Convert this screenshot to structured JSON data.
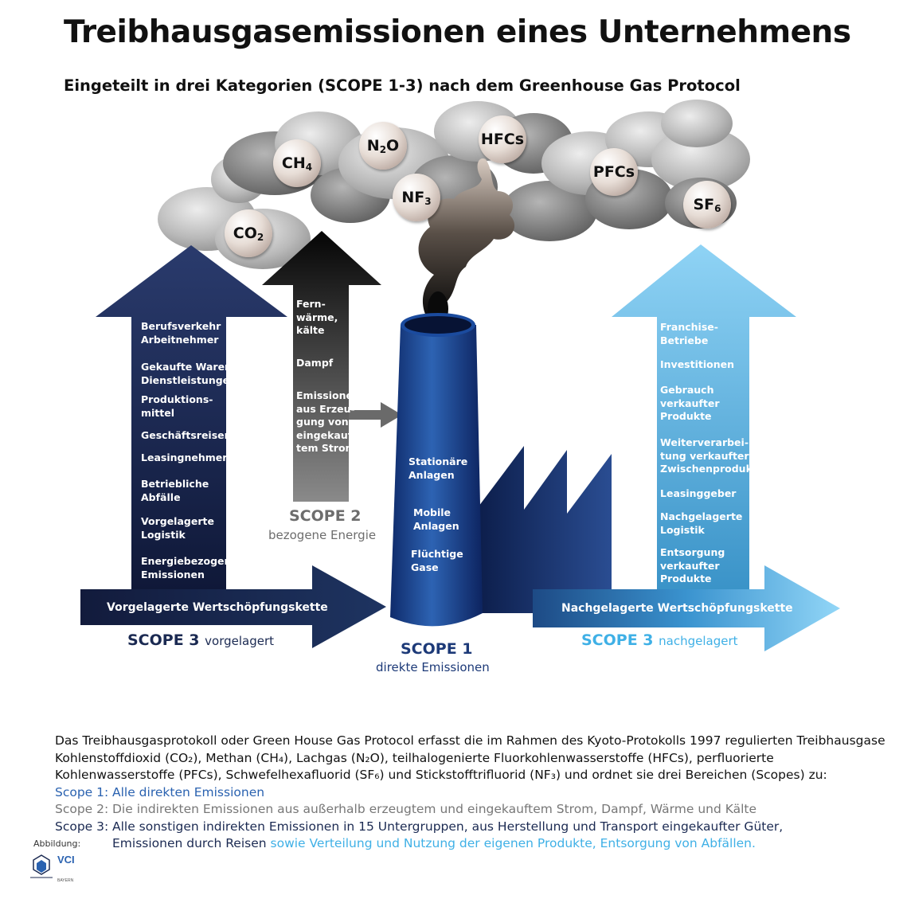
{
  "title": "Treibhausgasemissionen eines Unternehmens",
  "subtitle": "Eingeteilt in drei Kategorien (SCOPE 1-3) nach dem Greenhouse Gas Protocol",
  "gases": {
    "co2": {
      "base": "CO",
      "sub": "2"
    },
    "ch4": {
      "base": "CH",
      "sub": "4"
    },
    "n2o": {
      "base": "N",
      "sub": "2",
      "rest": "O"
    },
    "hfcs": {
      "base": "HFCs"
    },
    "nf3": {
      "base": "NF",
      "sub": "3"
    },
    "pfcs": {
      "base": "PFCs"
    },
    "sf6": {
      "base": "SF",
      "sub": "6"
    }
  },
  "scope3_up": {
    "items": [
      "Berufsverkehr Arbeitnehmer",
      "Gekaufte Waren Dienstleistungen",
      "Produktions-mittel",
      "Geschäftsreisen",
      "Leasingnehmer",
      "Betriebliche Abfälle",
      "Vorgelagerte Logistik",
      "Energiebezogene Emissionen"
    ],
    "item_lines": [
      [
        "Berufsverkehr",
        "Arbeitnehmer"
      ],
      [
        "Gekaufte Waren",
        "Dienstleistungen"
      ],
      [
        "Produktions-",
        "mittel"
      ],
      [
        "Geschäftsreisen"
      ],
      [
        "Leasingnehmer"
      ],
      [
        "Betriebliche",
        "Abfälle"
      ],
      [
        "Vorgelagerte",
        "Logistik"
      ],
      [
        "Energiebezogene",
        "Emissionen"
      ]
    ],
    "chain_label": "Vorgelagerte Wertschöpfungskette",
    "heading": "SCOPE 3",
    "heading_suffix": "vorgelagert"
  },
  "scope2": {
    "item_lines": [
      [
        "Fern-",
        "wärme,",
        "kälte"
      ],
      [
        "Dampf"
      ],
      [
        "Emissionen",
        "aus Erzeu-",
        "gung von",
        "eingekauf-",
        "tem Strom"
      ]
    ],
    "heading": "SCOPE 2",
    "sub": "bezogene Energie"
  },
  "scope1": {
    "item_lines": [
      [
        "Stationäre",
        "Anlagen"
      ],
      [
        "Mobile",
        "Anlagen"
      ],
      [
        "Flüchtige",
        "Gase"
      ]
    ],
    "heading": "SCOPE 1",
    "sub": "direkte Emissionen"
  },
  "scope3_down": {
    "item_lines": [
      [
        "Franchise-",
        "Betriebe"
      ],
      [
        "Investitionen"
      ],
      [
        "Gebrauch",
        "verkaufter",
        "Produkte"
      ],
      [
        "Weiterverarbei-",
        "tung verkaufter",
        "Zwischenprodukte"
      ],
      [
        "Leasinggeber"
      ],
      [
        "Nachgelagerte",
        "Logistik"
      ],
      [
        "Entsorgung",
        "verkaufter",
        "Produkte"
      ]
    ],
    "chain_label": "Nachgelagerte Wertschöpfungskette",
    "heading": "SCOPE 3",
    "heading_suffix": "nachgelagert"
  },
  "description": {
    "line1": "Das Treibhausgasprotokoll oder Green House Gas Protocol erfasst die im Rahmen des Kyoto-Protokolls 1997 regulierten Treibhausgase",
    "line2": "Kohlenstoffdioxid (CO₂), Methan (CH₄), Lachgas (N₂O), teilhalogenierte Fluorkohlenwasserstoffe (HFCs), perfluorierte",
    "line3": "Kohlenwasserstoffe (PFCs), Schwefelhexafluorid (SF₆) und Stickstofftrifluorid (NF₃) und ordnet sie drei Bereichen (Scopes) zu:",
    "scope1_key": "Scope 1:",
    "scope1_text": "Alle direkten Emissionen",
    "scope2_key": "Scope 2:",
    "scope2_text": "Die indirekten Emissionen aus außerhalb erzeugtem und eingekauftem Strom, Dampf, Wärme und Kälte",
    "scope3_key": "Scope 3:",
    "scope3_text": "Alle sonstigen indirekten Emissionen in 15 Untergruppen, aus Herstellung und Transport eingekaufter Güter,",
    "scope3_text2a": "Emissionen durch Reisen",
    "scope3_text2b": "sowie Verteilung und Nutzung der eigenen Produkte, Entsorgung von Abfällen."
  },
  "credit": {
    "label": "Abbildung:",
    "logo_text": "VCI",
    "logo_small": "BAYERN"
  },
  "colors": {
    "scope1": "#2a62b0",
    "scope2": "#777777",
    "scope3_up": "#1b2a52",
    "scope3_down": "#3fb0e6"
  }
}
